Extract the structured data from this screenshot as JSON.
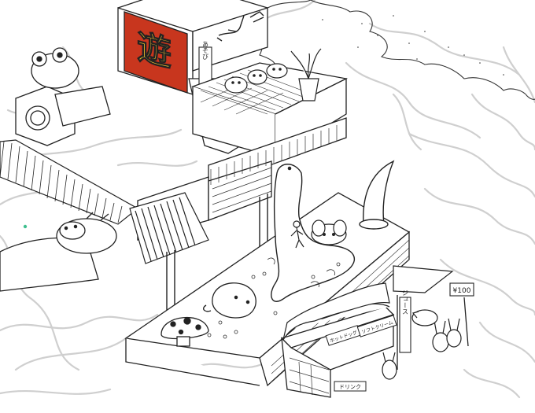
{
  "illustration": {
    "sign_main": "遊",
    "sign_side": "あそび",
    "shop_sign_left": "ホットドッグ",
    "shop_sign_right": "ソフトクリーム",
    "banner": "ジュース",
    "post_sign": "¥100",
    "counter_sign": "ドリンク",
    "colors": {
      "ink": "#222222",
      "sketch": "#c8c8c8",
      "sign_red": "#c8361e",
      "sign_gold": "#f2c230",
      "accent_dot": "#3fbf8f"
    }
  }
}
